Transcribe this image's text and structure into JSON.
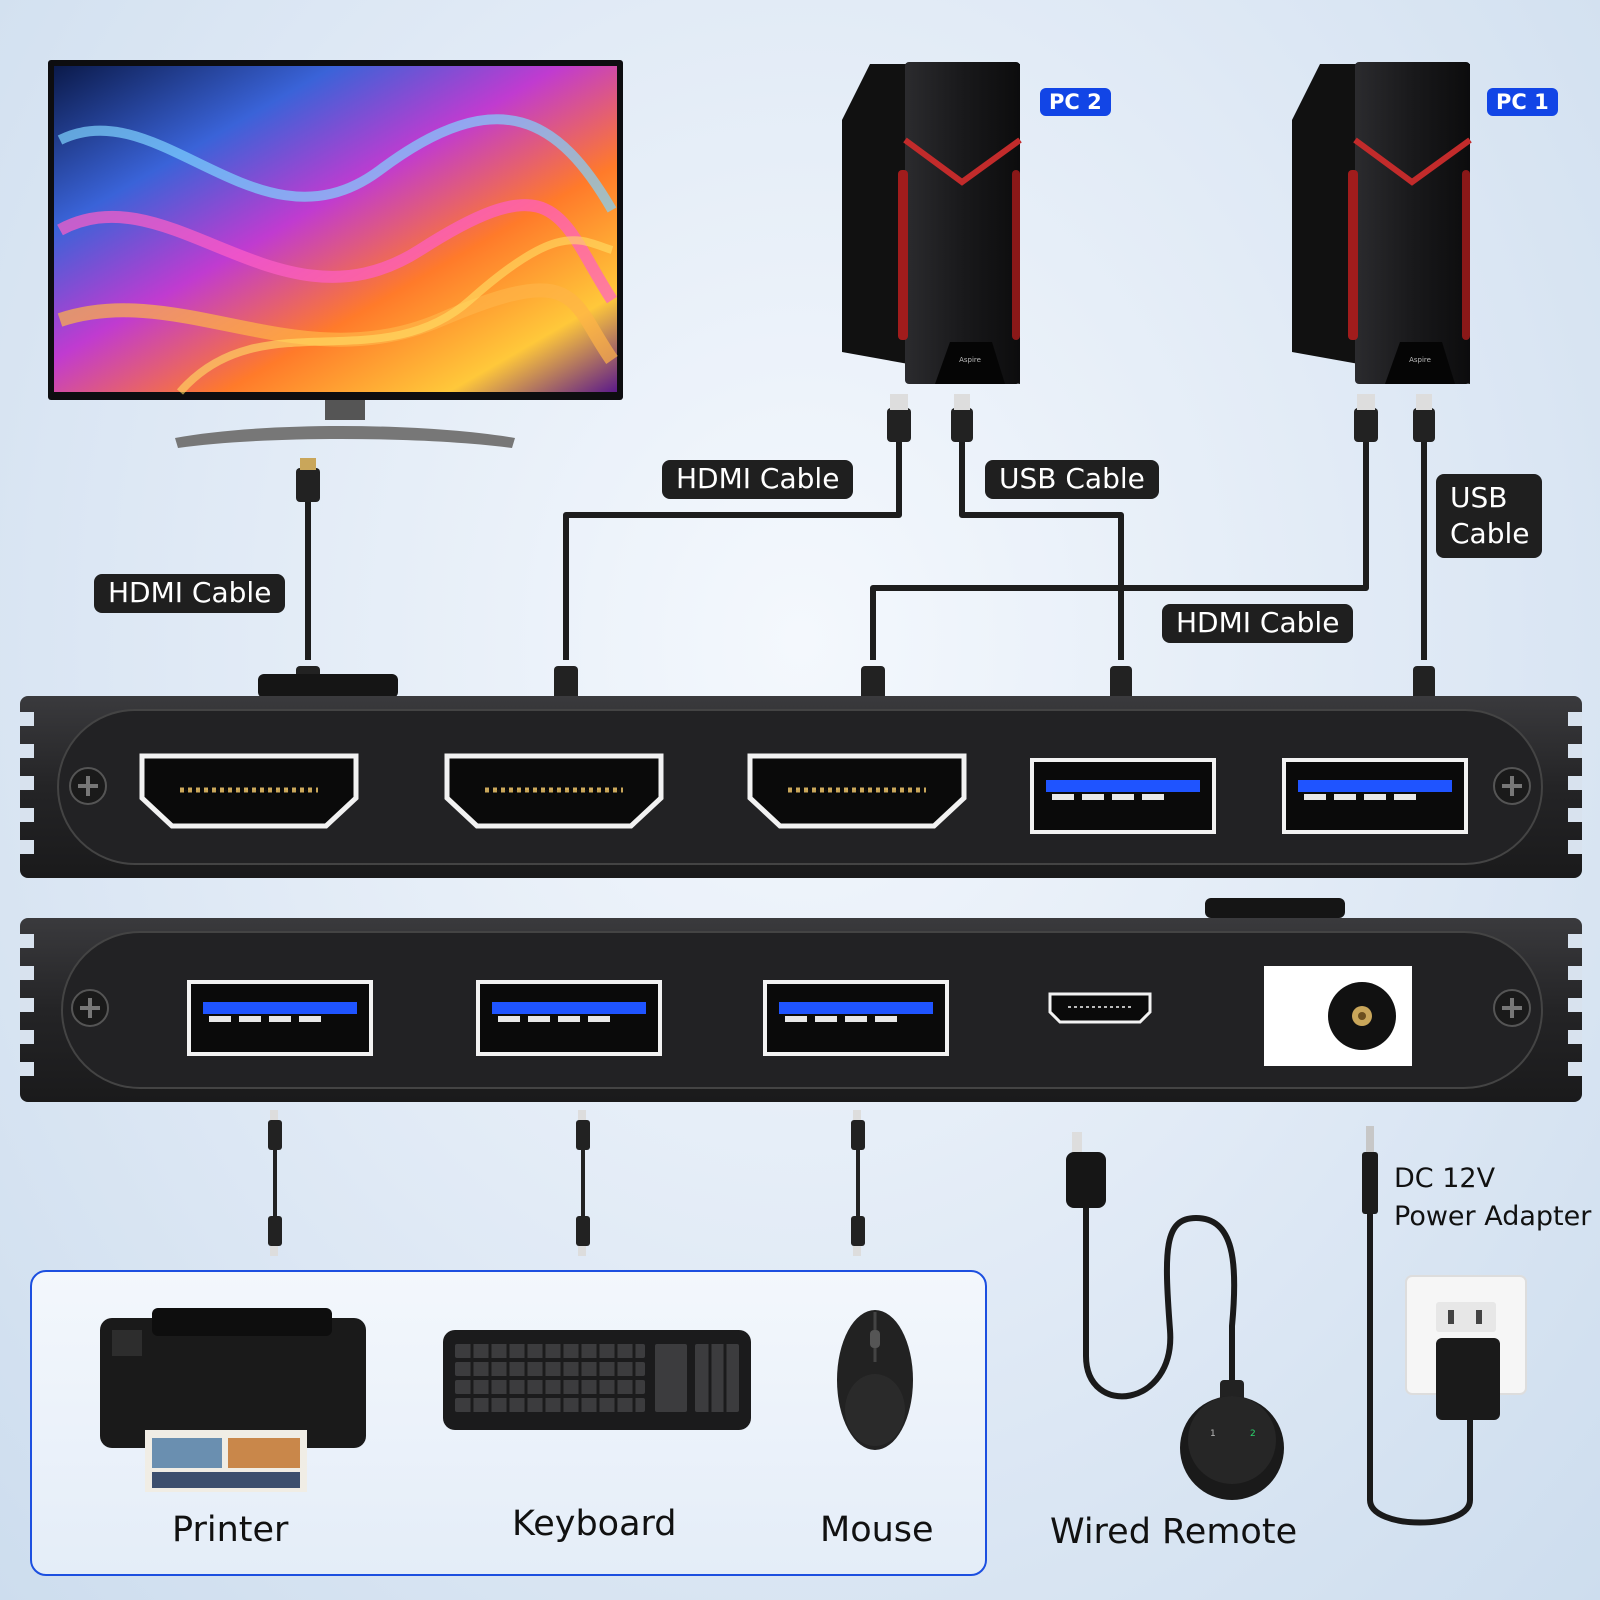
{
  "monitor": {
    "name": "monitor"
  },
  "pcs": [
    {
      "tag": "PC 2",
      "brand": "Aspire"
    },
    {
      "tag": "PC 1",
      "brand": "Aspire"
    }
  ],
  "cable_labels": {
    "monitor_hdmi": "HDMI Cable",
    "pc2_hdmi": "HDMI Cable",
    "pc2_usb": "USB Cable",
    "pc1_hdmi": "HDMI Cable",
    "pc1_usb": "USB Cable"
  },
  "peripherals": [
    {
      "caption": "Printer"
    },
    {
      "caption": "Keyboard"
    },
    {
      "caption": "Mouse"
    }
  ],
  "remote": {
    "caption": "Wired Remote",
    "btn1": "1",
    "btn2": "2"
  },
  "power": {
    "line1": "DC 12V",
    "line2": "Power Adapter"
  },
  "colors": {
    "accent": "#1245e6",
    "usb_blue": "#1f54ff",
    "label_bg": "#1f1f1f",
    "device": "#2a2a2c"
  }
}
